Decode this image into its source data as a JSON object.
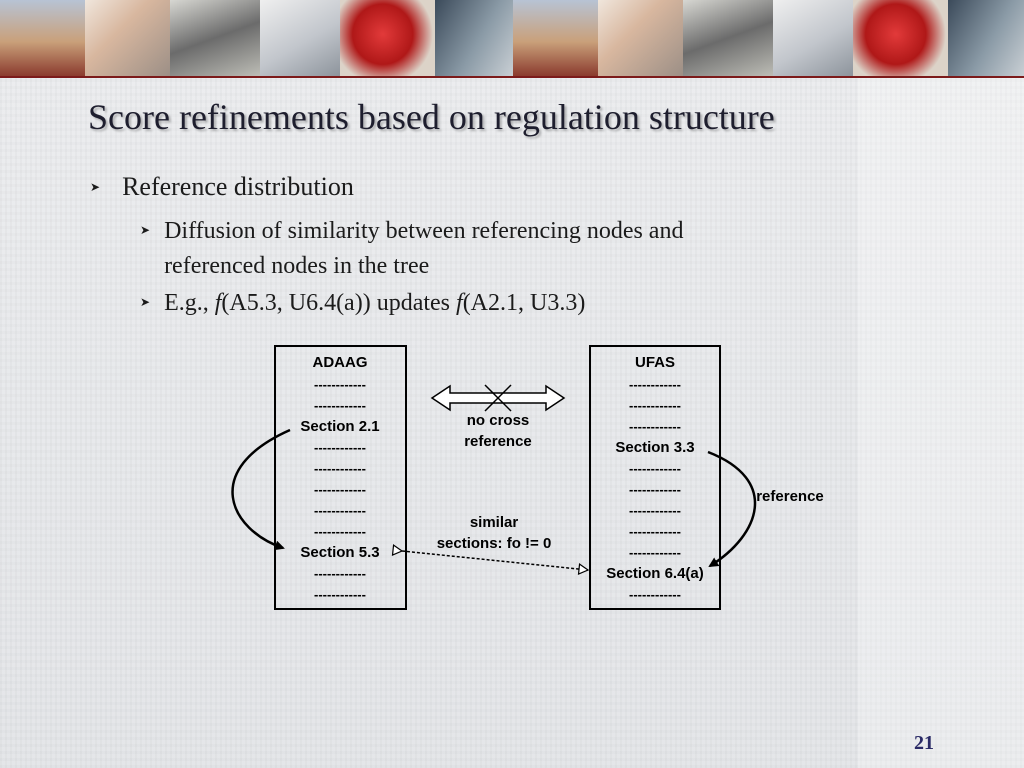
{
  "slide": {
    "title": "Score refinements based on regulation structure",
    "page_number": "21"
  },
  "bullets": {
    "level1": "Reference distribution",
    "level2_a_line1": "Diffusion of similarity between referencing nodes and",
    "level2_a_line2": "referenced nodes in the tree",
    "level2_b_prefix": "E.g., ",
    "level2_b_f1": "f",
    "level2_b_mid": "(A5.3, U6.4(a)) updates ",
    "level2_b_f2": "f",
    "level2_b_suffix": "(A2.1, U3.3)"
  },
  "diagram": {
    "left_box": {
      "title": "ADAAG",
      "rows": [
        "------------",
        "------------",
        "Section 2.1",
        "------------",
        "------------",
        "------------",
        "------------",
        "------------",
        "Section 5.3",
        "------------",
        "------------"
      ]
    },
    "right_box": {
      "title": "UFAS",
      "rows": [
        "------------",
        "------------",
        "------------",
        "Section 3.3",
        "------------",
        "------------",
        "------------",
        "------------",
        "------------",
        "Section 6.4(a)",
        "------------"
      ]
    },
    "no_cross_line1": "no cross",
    "no_cross_line2": "reference",
    "similar_line1": "similar",
    "similar_line2": "sections: fo != 0",
    "reference_label": "reference"
  },
  "colors": {
    "banner_accent": "#7c1a1a",
    "title_text": "#1e1e2e",
    "page_number": "#2a2a66"
  }
}
